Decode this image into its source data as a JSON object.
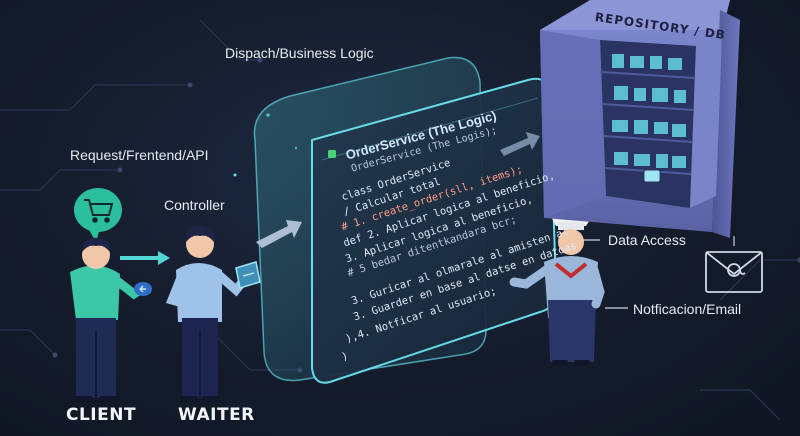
{
  "labels": {
    "dispatch": "Dispach/Business Logic",
    "request": "Request/Frentend/API",
    "controller": "Controller",
    "data_access": "Data Access",
    "notification": "Notficacion/Email",
    "client": "CLIENT",
    "waiter": "WAITER",
    "repository": "REPOSITORY / DB"
  },
  "code": {
    "title": "OrderService (The Logic)",
    "subtitle": "OrderService (The Logis);",
    "lines": [
      "class OrderService",
      "/  Calcular total",
      "# 1. create_order(sll, items);",
      "def  2. Aplicar logica al beneficio,",
      "     3. Aplicar logica al beneficio,",
      "# 5 bedar ditentkandara bcr;",
      "3. Guricar al  olmarale al amisten al",
      "3. Guarder en base al datse en datoas",
      "4. Notficar al usuario;",
      "),",
      ")"
    ]
  },
  "icons": {
    "cart": "shopping-cart-icon",
    "mail": "envelope-at-icon",
    "tablet": "tablet-icon",
    "chef": "chef-icon",
    "client": "person-icon",
    "waiter": "person-icon",
    "cabinet": "cabinet-icon"
  },
  "colors": {
    "background": "#141b2b",
    "accent_cyan": "#4fd1e0",
    "client_shirt": "#3cc7a6",
    "waiter_shirt": "#9fc3e8",
    "cabinet": "#6a73b8",
    "panel_glass": "#2c5a6e"
  }
}
